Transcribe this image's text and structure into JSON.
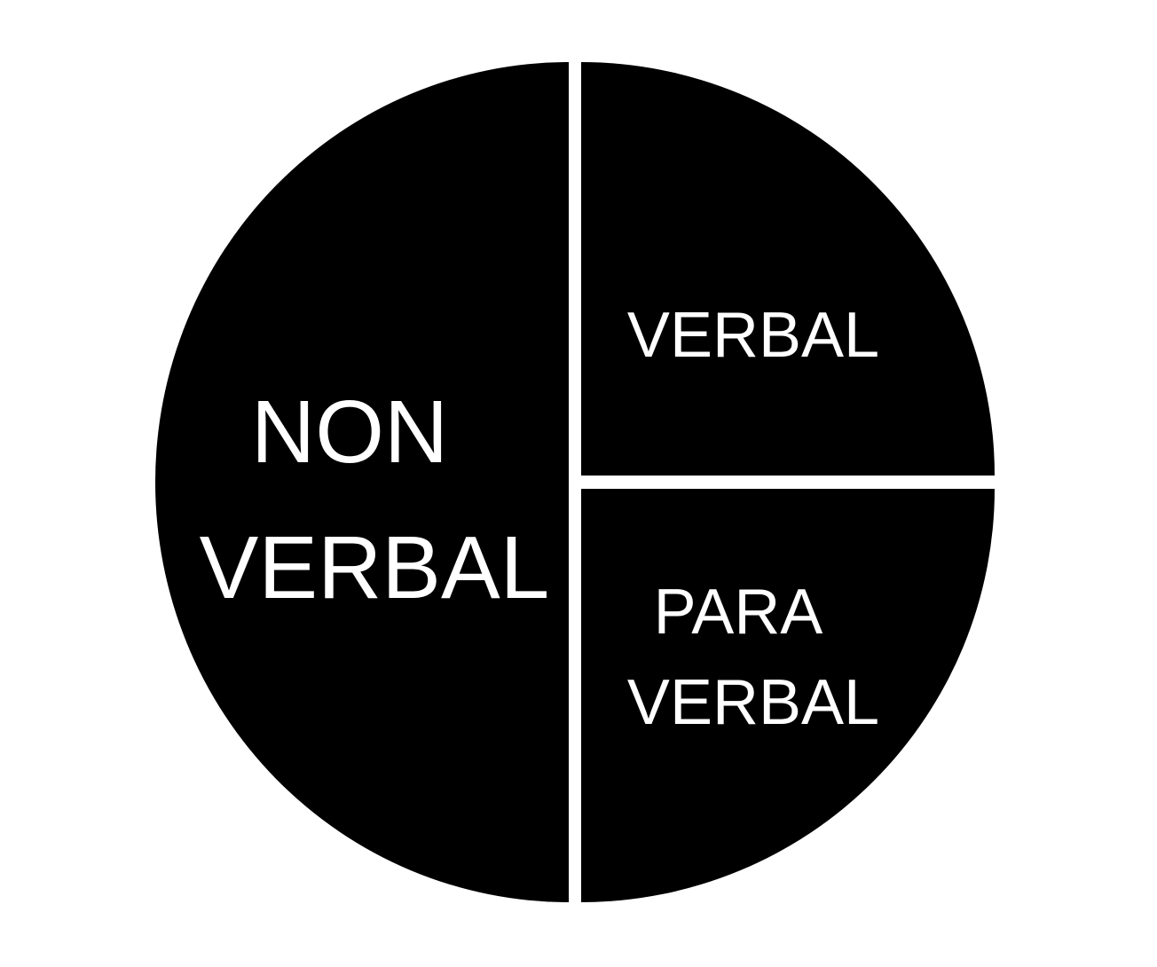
{
  "diagram": {
    "background_color": "#ffffff",
    "segment_fill": "#000000",
    "divider_color": "#ffffff",
    "text_color": "#ffffff",
    "segments": [
      {
        "id": "non-verbal",
        "label_lines": [
          "NON",
          "VERBAL"
        ],
        "position": "left-half"
      },
      {
        "id": "verbal",
        "label_lines": [
          "VERBAL"
        ],
        "position": "top-right-quarter"
      },
      {
        "id": "para-verbal",
        "label_lines": [
          "PARA",
          "VERBAL"
        ],
        "position": "bottom-right-quarter"
      }
    ]
  }
}
